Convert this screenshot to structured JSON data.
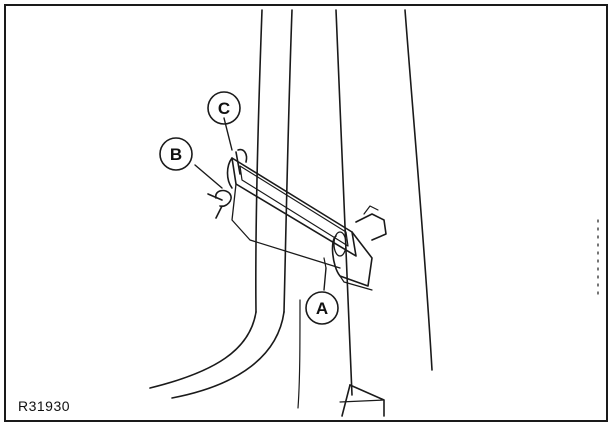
{
  "diagram": {
    "callouts": [
      {
        "id": "A",
        "label": "A"
      },
      {
        "id": "B",
        "label": "B"
      },
      {
        "id": "C",
        "label": "C"
      }
    ],
    "reference_code": "R31930"
  },
  "colors": {
    "ink": "#1a1a1a",
    "paper": "#ffffff"
  }
}
